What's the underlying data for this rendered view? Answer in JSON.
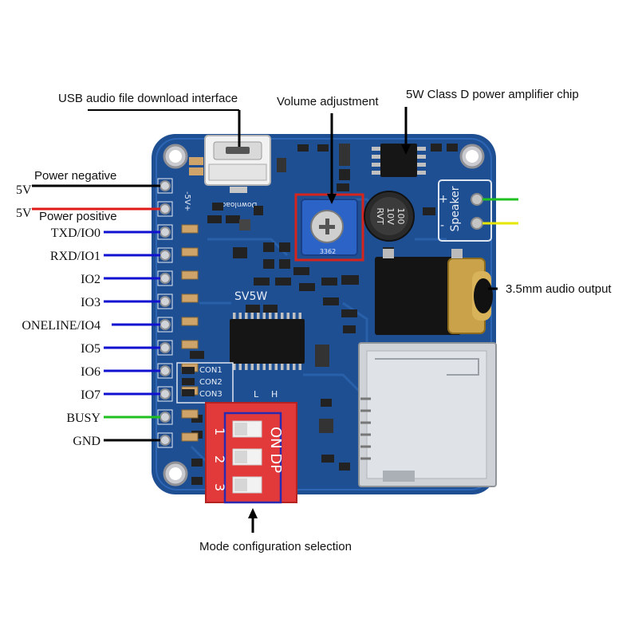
{
  "callouts": {
    "usb": "USB audio file download interface",
    "volume": "Volume adjustment",
    "amp": "5W Class D power amplifier chip",
    "audio_out": "3.5mm audio output",
    "mode": "Mode configuration selection",
    "power_negative": "Power negative",
    "power_positive": "Power positive"
  },
  "pins": [
    "5V",
    "5V",
    "TXD/IO0",
    "RXD/IO1",
    "IO2",
    "IO3",
    "ONELINE/IO4",
    "IO5",
    "IO6",
    "IO7",
    "BUSY",
    "GND"
  ],
  "board": {
    "chip_label": "SV5W",
    "download_label": "Download",
    "speaker_label": "Speaker",
    "speaker_plus": "+",
    "speaker_minus": "-",
    "header_label": "-5V+",
    "cap_lines": [
      "100",
      "10V",
      "RVT"
    ],
    "pot_code": "3362",
    "con_labels": [
      "CON1",
      "CON2",
      "CON3"
    ],
    "dip_l": "L",
    "dip_h": "H",
    "dip_on": "ON DP",
    "dip_numbers": [
      "1",
      "2",
      "3"
    ]
  },
  "colors": {
    "board": "#1f4f93",
    "wire_black": "#000000",
    "wire_red": "#e01818",
    "wire_blue": "#1010d0",
    "wire_green": "#20c020",
    "wire_yellow": "#e6e600",
    "dip_red": "#e23a3a",
    "highlight": "#2a2ab0"
  }
}
